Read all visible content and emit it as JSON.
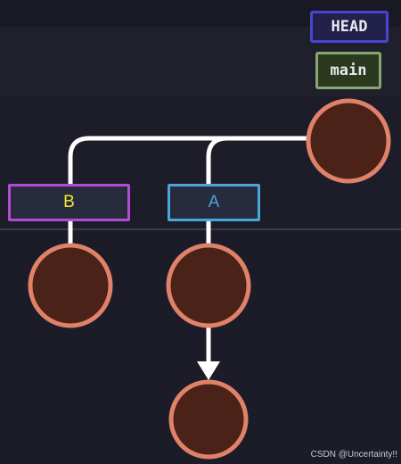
{
  "refs": {
    "head": "HEAD",
    "main": "main"
  },
  "branches": {
    "b": "B",
    "a": "A"
  },
  "colors": {
    "background": "#1c1d29",
    "commit_fill": "#4a2217",
    "commit_stroke": "#e0826a",
    "edge": "#ffffff",
    "head_border": "#4a44d6",
    "main_border": "#8aa574",
    "branch_b_border": "#b44bd6",
    "branch_b_text": "#f2ea2e",
    "branch_a_border": "#4aa6d8"
  },
  "watermark": "CSDN @Uncertainty!!"
}
